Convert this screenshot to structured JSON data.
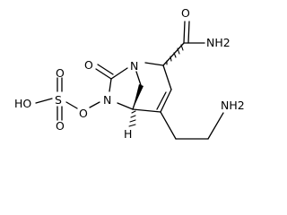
{
  "molecule": {
    "atoms": {
      "ho": "HO",
      "s": "S",
      "o_sulfonyl_top": "O",
      "o_sulfonyl_bottom": "O",
      "o_ester": "O",
      "n_ring_lower": "N",
      "o_carbonyl": "O",
      "n_bridgehead": "N",
      "o_amide": "O",
      "nh2_amide": "NH2",
      "h_bridgehead": "H",
      "nh2_amine": "NH2"
    }
  }
}
